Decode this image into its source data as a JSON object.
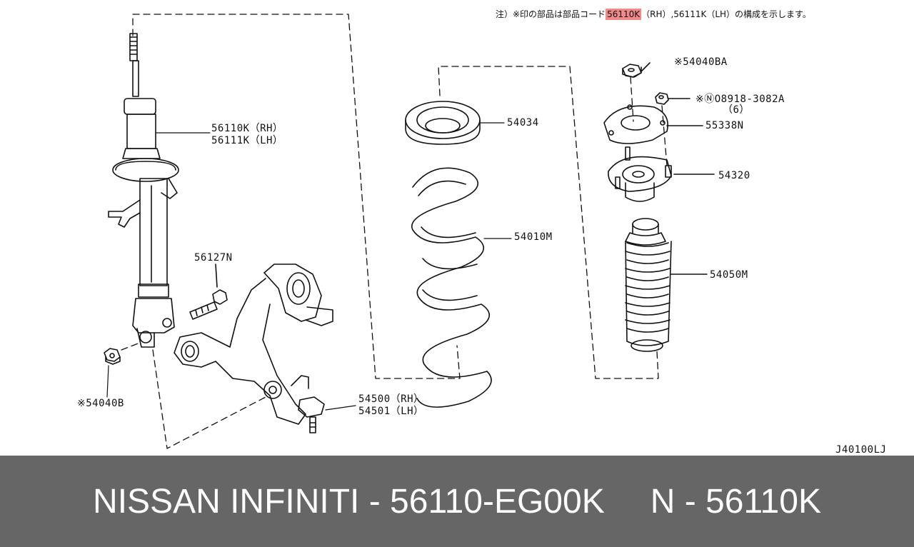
{
  "note": {
    "prefix": "注）※印の部品は部品コード",
    "highlight": "56110K",
    "suffix": "（RH）,56111K（LH）の構成を示します。"
  },
  "labels": {
    "strut_rh": "56110K（RH）",
    "strut_lh": "56111K（LH）",
    "bolt": "56127N",
    "nut": "※54040B",
    "arm_rh": "54500（RH）",
    "arm_lh": "54501（LH）",
    "seat": "54034",
    "spring": "54010M",
    "top_nut": "※54040BA",
    "small_nut": "※ⓃO8918-3082A",
    "small_nut_qty": "（6）",
    "plate": "55338N",
    "mount": "54320",
    "boot": "54050M"
  },
  "diagram_code": "J40100LJ",
  "banner": {
    "left": "NISSAN INFINITI - 56110-EG00K",
    "right": "N - 56110K"
  },
  "colors": {
    "highlight": "#f08a8a",
    "banner_bg": "#666666",
    "banner_text": "#ffffff",
    "line": "#111111"
  }
}
